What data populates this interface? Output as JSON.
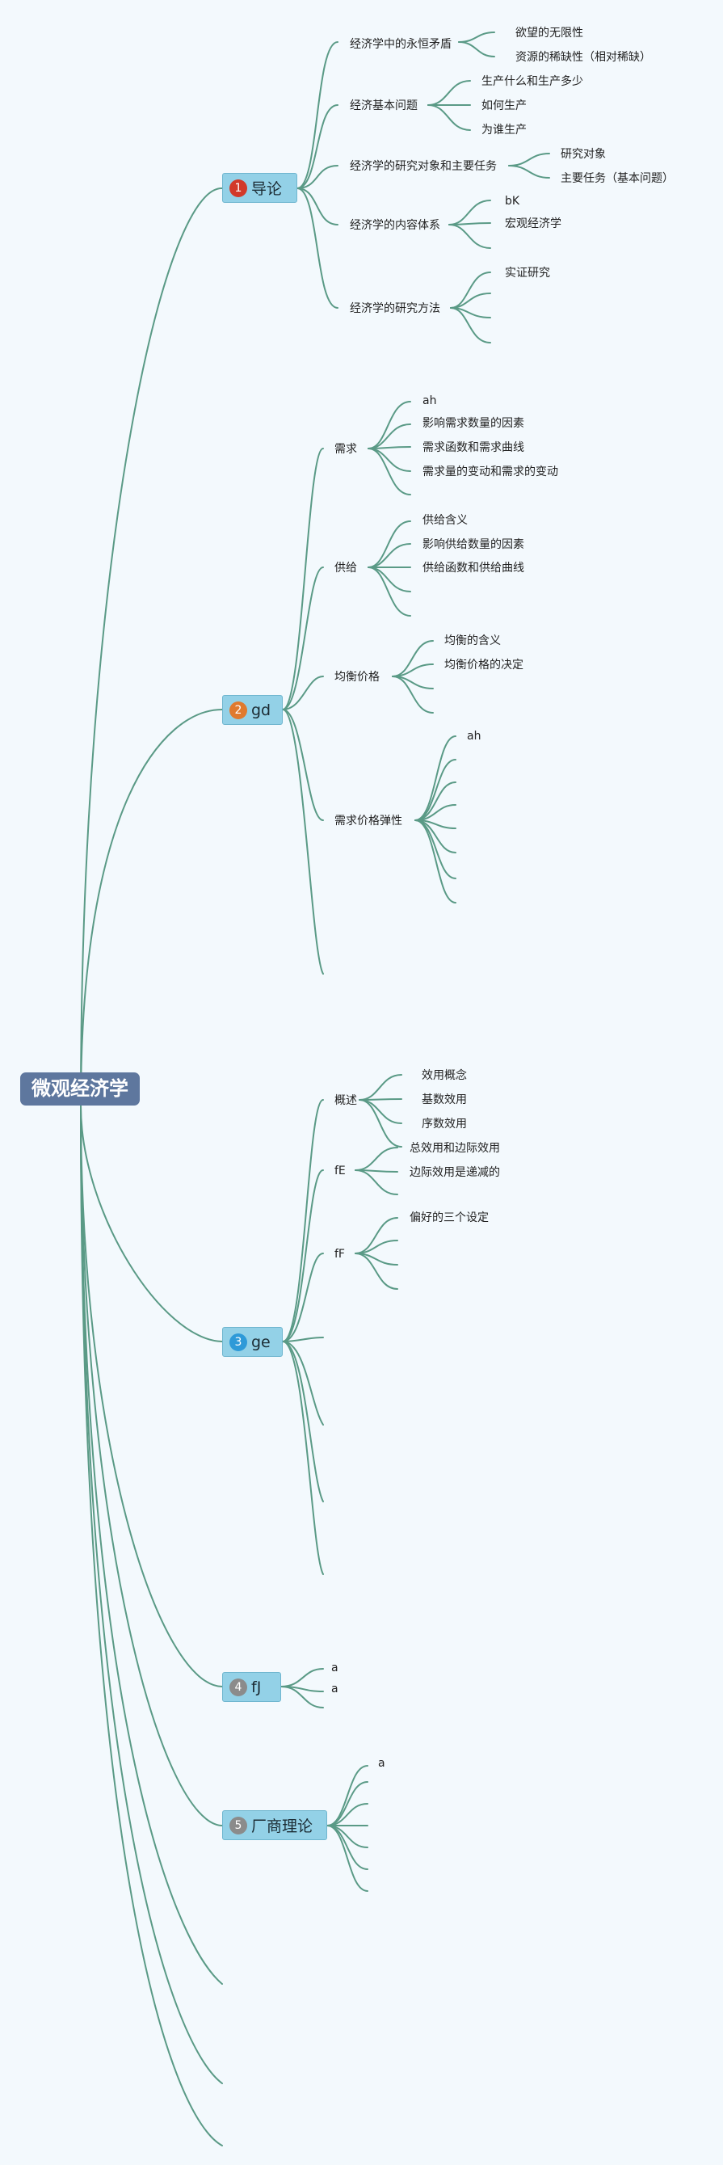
{
  "root": {
    "label": "微观经济学"
  },
  "colors": {
    "line": "#5a9a86",
    "root_bg": "#5e779e",
    "topic_bg": "#93d1e7"
  },
  "topics": [
    {
      "num": "1",
      "label": "导论",
      "badge_color": "#d23a2a"
    },
    {
      "num": "2",
      "label": "gd",
      "badge_color": "#e07a2e"
    },
    {
      "num": "3",
      "label": "ge",
      "badge_color": "#2e9ad8"
    },
    {
      "num": "4",
      "label": "fJ",
      "badge_color": "#8b8b8b"
    },
    {
      "num": "5",
      "label": "厂商理论",
      "badge_color": "#8b8b8b"
    }
  ],
  "nodes": {
    "t1_a": "经济学中的永恒矛盾",
    "t1_a1": "欲望的无限性",
    "t1_a2": "资源的稀缺性（相对稀缺）",
    "t1_b": "经济基本问题",
    "t1_b1": "生产什么和生产多少",
    "t1_b2": "如何生产",
    "t1_b3": "为谁生产",
    "t1_c": "经济学的研究对象和主要任务",
    "t1_c1": "研究对象",
    "t1_c2": "主要任务（基本问题）",
    "t1_d": "经济学的内容体系",
    "t1_d1": "bK",
    "t1_d2": "宏观经济学",
    "t1_e": "经济学的研究方法",
    "t1_e1": "实证研究",
    "t2_a": "需求",
    "t2_a1": "ah",
    "t2_a2": "影响需求数量的因素",
    "t2_a3": "需求函数和需求曲线",
    "t2_a4": "需求量的变动和需求的变动",
    "t2_b": "供给",
    "t2_b1": "供给含义",
    "t2_b2": "影响供给数量的因素",
    "t2_b3": "供给函数和供给曲线",
    "t2_c": "均衡价格",
    "t2_c1": "均衡的含义",
    "t2_c2": "均衡价格的决定",
    "t2_d": "需求价格弹性",
    "t2_d1": "ah",
    "t3_a": "概述",
    "t3_a1": "效用概念",
    "t3_a2": "基数效用",
    "t3_a3": "序数效用",
    "t3_b": "fE",
    "t3_b1": "总效用和边际效用",
    "t3_b2": "边际效用是递减的",
    "t3_c": "fF",
    "t3_c1": "偏好的三个设定",
    "t4_a": "a",
    "t4_b": "a",
    "t5_a": "a"
  }
}
